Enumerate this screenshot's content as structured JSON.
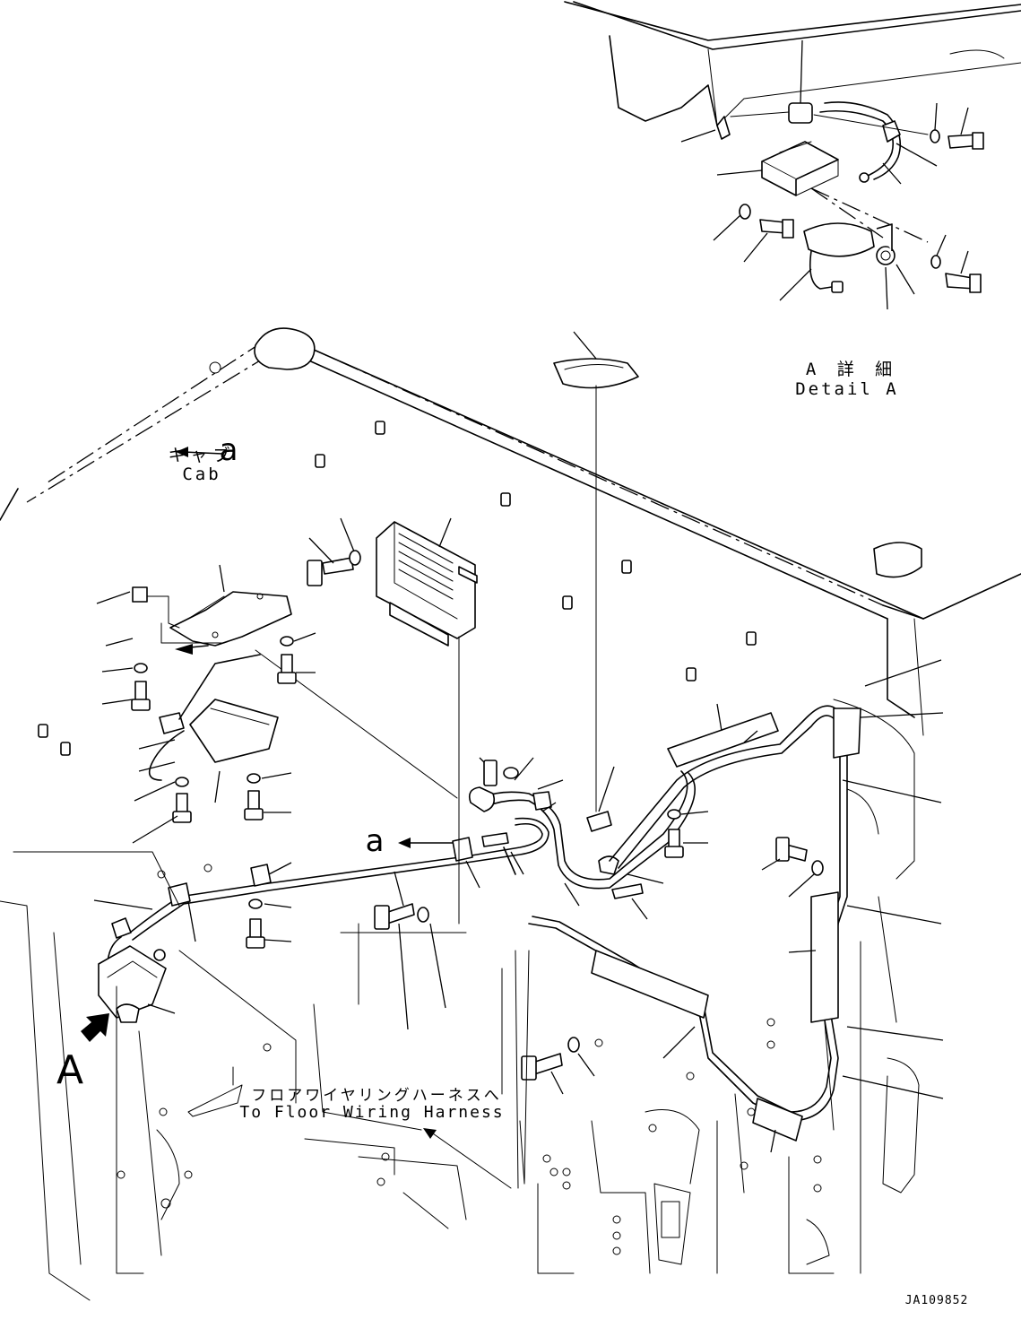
{
  "labels": {
    "cab_jp": "キャブ",
    "cab_en": "Cab",
    "detail_jp": "A 詳 細",
    "detail_en": "Detail A",
    "harness_jp": "フロアワイヤリングハーネスへ",
    "harness_en": "To Floor Wiring Harness",
    "view_letter": "A",
    "connector_ref_1": "a",
    "connector_ref_2": "a",
    "drawing_code": "JA109852"
  },
  "icons": {
    "view_arrow": "view-direction-arrow-icon"
  }
}
